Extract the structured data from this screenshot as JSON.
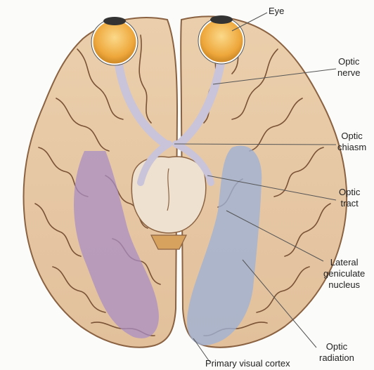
{
  "labels": {
    "eye": "Eye",
    "optic_nerve": "Optic\nnerve",
    "optic_chiasm": "Optic\nchiasm",
    "optic_tract": "Optic\ntract",
    "lateral_geniculate_nucleus": "Lateral\ngeniculate\nnucleus",
    "optic_radiation": "Optic\nradiation",
    "primary_visual_cortex": "Primary visual cortex"
  },
  "colors": {
    "brain": "#e9c9a4",
    "brain_shadow": "#b88e66",
    "sulcus": "#6e4a2e",
    "optic_pathway": "#c9c4d9",
    "left_visual_field": "#a98ec4",
    "right_visual_field": "#9fb2d4",
    "eyeball": "#f1b44e",
    "label_line": "#555555"
  }
}
